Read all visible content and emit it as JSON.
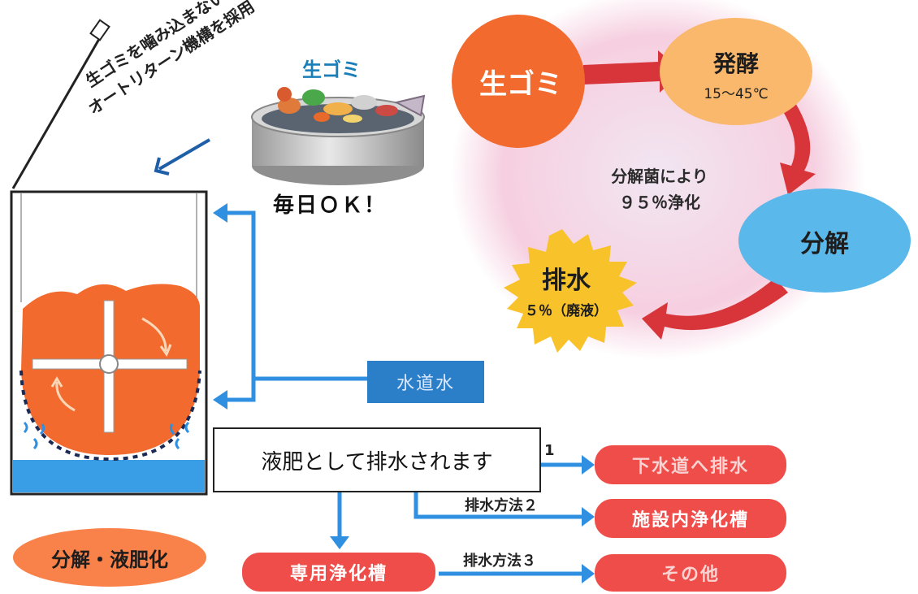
{
  "diagram": {
    "rotated_caption": {
      "line1": "生ゴミを噛み込まない",
      "line2": "オートリターン機構を採用"
    },
    "bin_title": "生ゴミ",
    "bin_caption": "毎日ＯＫ！",
    "cycle": {
      "start": "生ゴミ",
      "ferment": "発酵",
      "ferment_temp": "15〜45℃",
      "center_line1": "分解菌により",
      "center_line2": "９５％浄化",
      "decompose": "分解",
      "drain": "排水",
      "drain_sub": "５％（廃液）"
    },
    "water_source": "水道水",
    "liquid_label": "液肥として排水されます",
    "method1_suffix": "1",
    "method2": "排水方法２",
    "method3": "排水方法３",
    "dest1": "下水道へ排水",
    "dest2": "施設内浄化槽",
    "dest3": "その他",
    "tank": "専用浄化槽",
    "bottom_left": "分解・液肥化",
    "colors": {
      "orange": "#f26a2e",
      "red_pill": "#ef4d4a",
      "blue": "#2f8fe0",
      "sky": "#5ab8ea",
      "yellow": "#f8c22a",
      "peach": "#f9b86c",
      "pink_bg": "#f8dbe6",
      "arrow_red": "#d8353a",
      "water_box": "#2b7fc8"
    }
  }
}
